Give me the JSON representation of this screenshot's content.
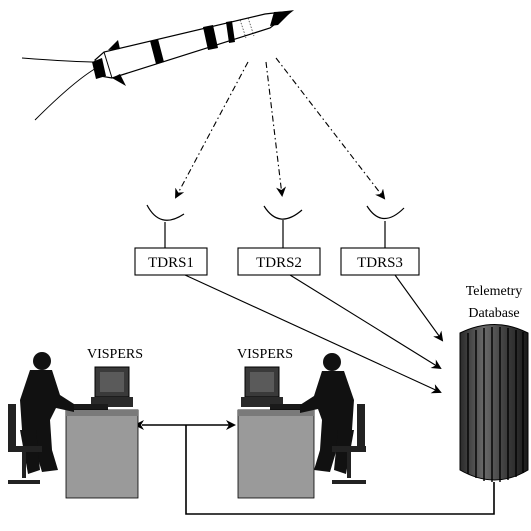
{
  "stations": [
    {
      "label": "TDRS1"
    },
    {
      "label": "TDRS2"
    },
    {
      "label": "TDRS3"
    }
  ],
  "database": {
    "line1": "Telemetry",
    "line2": "Database"
  },
  "workstations": [
    {
      "label": "VISPERS"
    },
    {
      "label": "VISPERS"
    }
  ],
  "icons": {
    "rocket": "rocket-icon",
    "antenna": "satellite-dish-icon",
    "person": "operator-silhouette-icon",
    "monitor": "computer-monitor-icon",
    "database": "database-cylinder-icon"
  },
  "colors": {
    "ink": "#000000",
    "desk": "#9a9a9a",
    "desk_dark": "#7a7a7a",
    "database_body": "#4a4a4a",
    "monitor": "#3a3a3a"
  }
}
